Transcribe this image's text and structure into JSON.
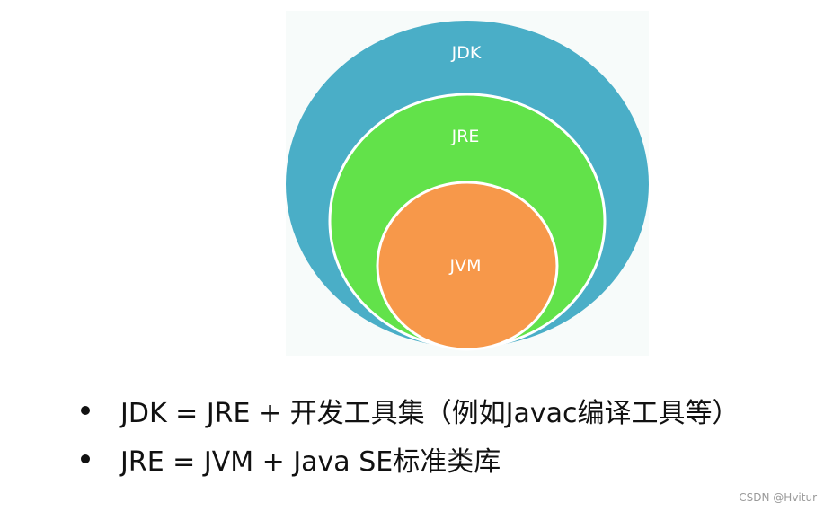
{
  "diagram": {
    "layers": [
      {
        "id": "jdk",
        "label": "JDK",
        "color": "#4aaec7"
      },
      {
        "id": "jre",
        "label": "JRE",
        "color": "#62e24a"
      },
      {
        "id": "jvm",
        "label": "JVM",
        "color": "#f7984a"
      }
    ]
  },
  "bullets": [
    "JDK = JRE + 开发工具集（例如Javac编译工具等）",
    "JRE = JVM + Java SE标准类库"
  ],
  "watermark": "CSDN @Hvitur"
}
